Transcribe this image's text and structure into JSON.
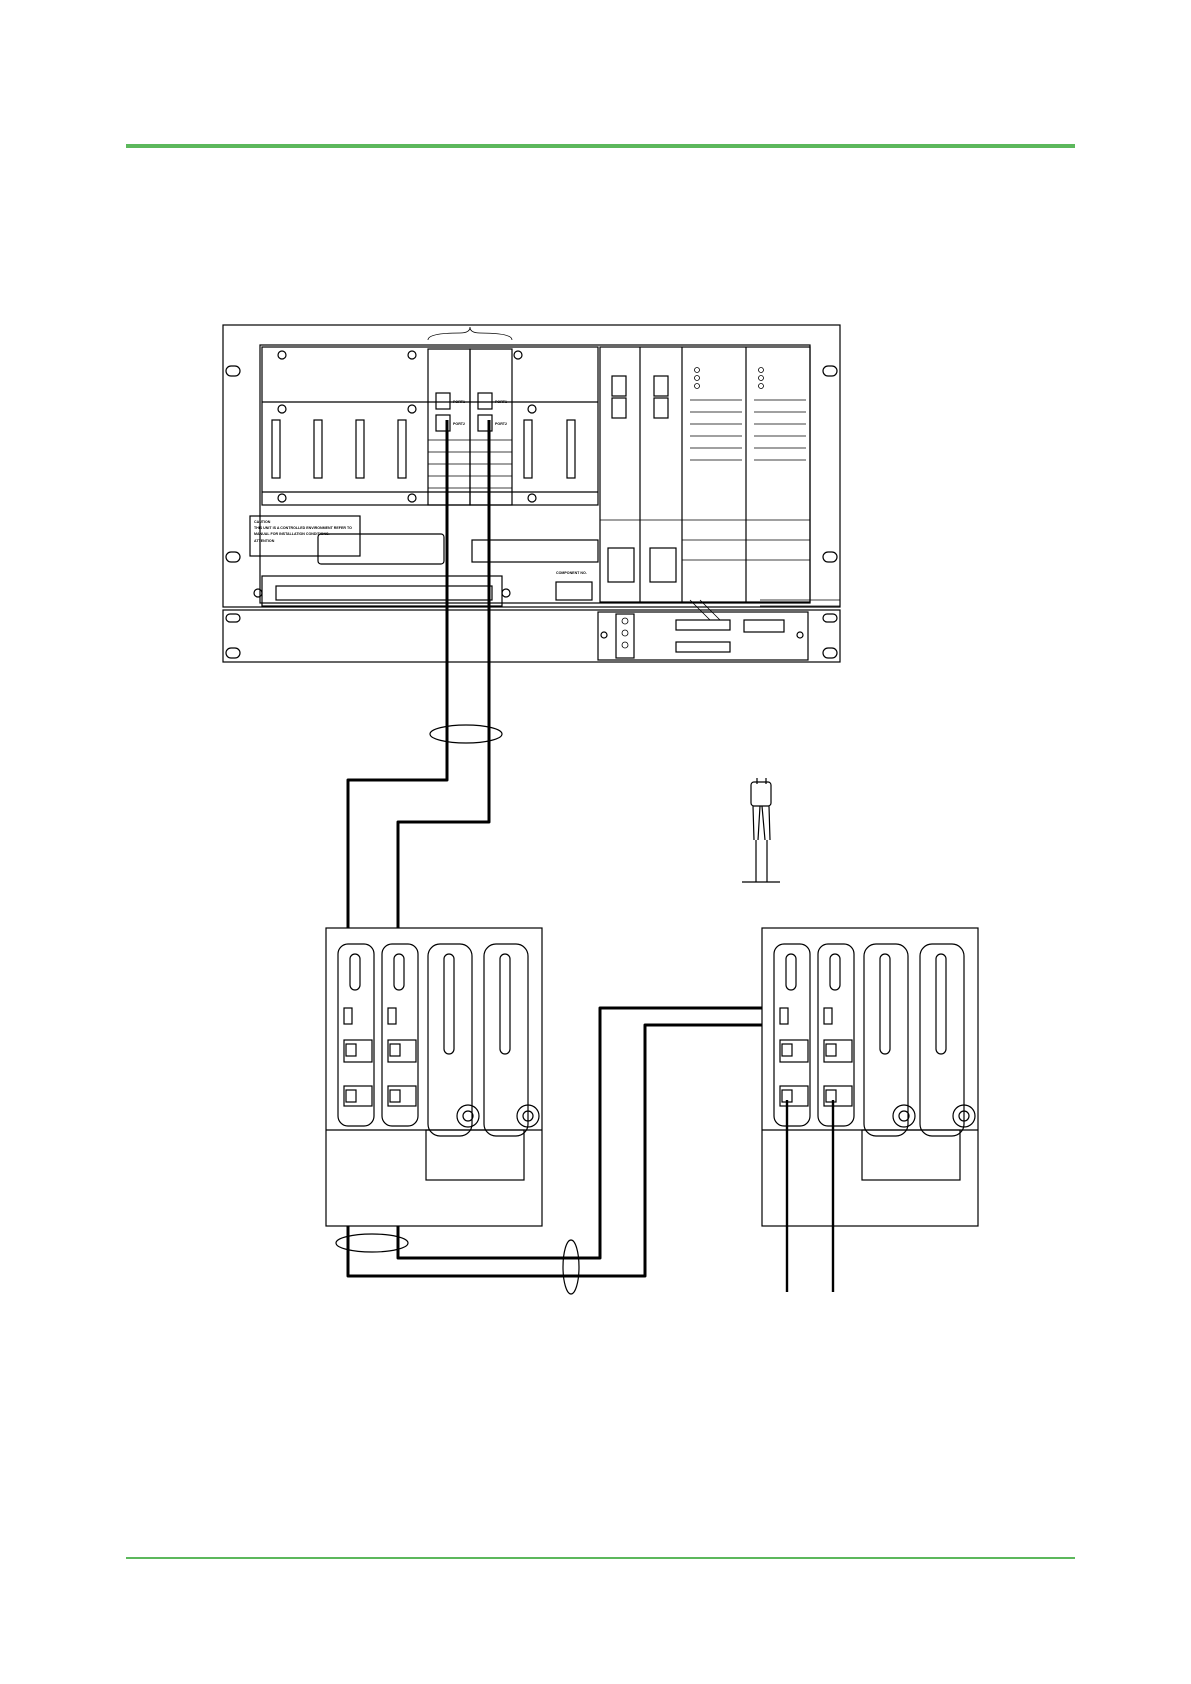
{
  "colors": {
    "accent_rule": "#5cb85c",
    "line": "#000000",
    "background": "#ffffff"
  },
  "rack": {
    "caution_label": "CAUTION",
    "caution_text_1": "THIS UNIT IS A CONTROLLED ENVIRONMENT REFER TO",
    "caution_text_2": "MANUAL FOR INSTALLATION CONDITIONS.",
    "attention_label": "ATTENTION",
    "component_label": "COMPONENT NO.",
    "port_labels": [
      "PORT1",
      "PORT2",
      "PORT1",
      "PORT2"
    ]
  }
}
